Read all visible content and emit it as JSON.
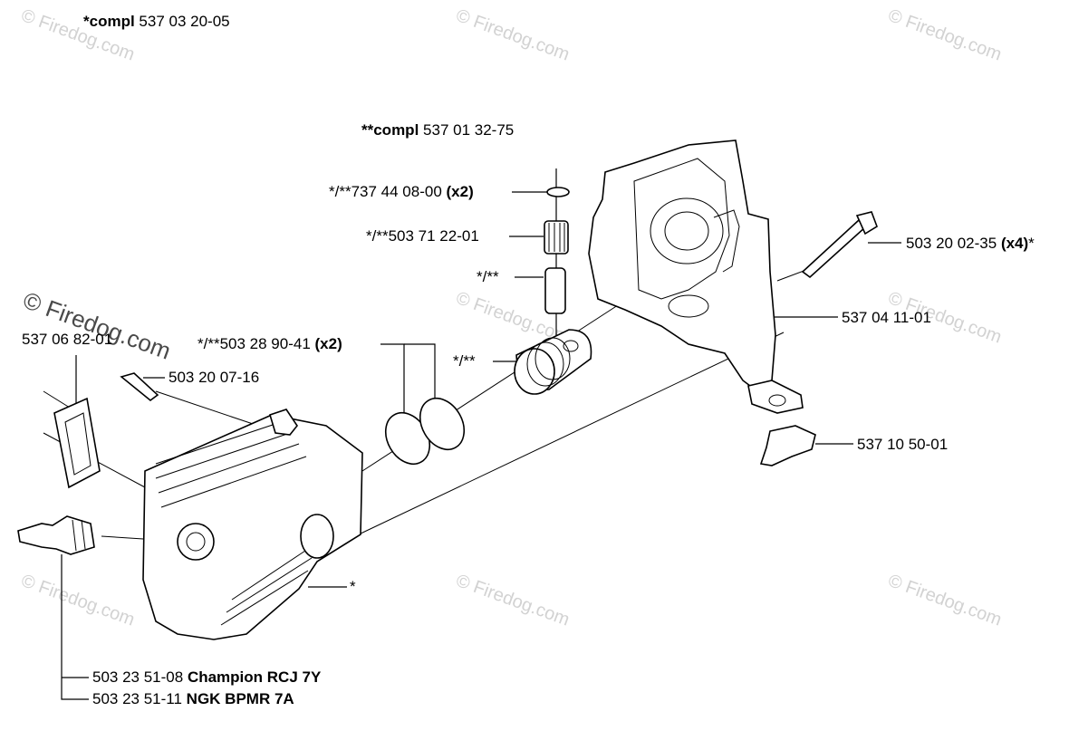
{
  "watermark": "© Firedog.com",
  "headers": {
    "assembly_1_prefix": "*compl",
    "assembly_1_number": "537 03 20-05",
    "assembly_2_prefix": "**compl",
    "assembly_2_number": "537 01 32-75"
  },
  "callouts": {
    "circlip": {
      "number": "*/**737 44 08-00",
      "qty": "(x2)"
    },
    "bearing": {
      "number": "*/**503 71 22-01"
    },
    "pin": {
      "number": "*/**"
    },
    "rings": {
      "number": "*/**503 28 90-41",
      "qty": "(x2)"
    },
    "piston": {
      "number": "*/**"
    },
    "gasket": {
      "number": "537 06 82-01"
    },
    "screw_small": {
      "number": "503 20 07-16"
    },
    "cylinder": {
      "number": "*"
    },
    "screw_long": {
      "number": "503 20 02-35",
      "qty": "(x4)",
      "suffix": "*"
    },
    "crankcase": {
      "number": "537 04 11-01"
    },
    "clip": {
      "number": "537 10 50-01"
    },
    "plug_1": {
      "number": "503 23 51-08",
      "name": "Champion RCJ 7Y"
    },
    "plug_2": {
      "number": "503 23 51-11",
      "name": "NGK BPMR 7A"
    }
  }
}
